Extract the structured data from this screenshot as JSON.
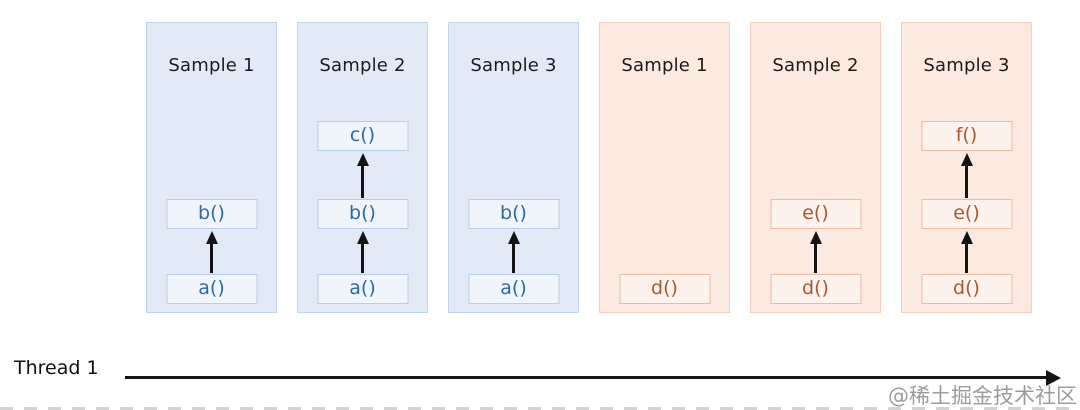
{
  "panels": [
    {
      "title": "Sample 1",
      "theme": "blue",
      "frames": [
        "a()",
        "b()"
      ]
    },
    {
      "title": "Sample 2",
      "theme": "blue",
      "frames": [
        "a()",
        "b()",
        "c()"
      ]
    },
    {
      "title": "Sample 3",
      "theme": "blue",
      "frames": [
        "a()",
        "b()"
      ]
    },
    {
      "title": "Sample 1",
      "theme": "orange",
      "frames": [
        "d()"
      ]
    },
    {
      "title": "Sample 2",
      "theme": "orange",
      "frames": [
        "d()",
        "e()"
      ]
    },
    {
      "title": "Sample 3",
      "theme": "orange",
      "frames": [
        "d()",
        "e()",
        "f()"
      ]
    }
  ],
  "thread": {
    "label": "Thread 1"
  },
  "watermark": "@稀土掘金技术社区",
  "colors": {
    "blue_panel_bg": "#e1eaf6",
    "blue_panel_border": "#bfd4e9",
    "blue_box_bg": "#eff5fb",
    "blue_box_border": "#b7cfe6",
    "blue_text": "#2e6b9e",
    "orange_panel_bg": "#fce9e0",
    "orange_panel_border": "#f6cfbc",
    "orange_box_bg": "#fdf2ec",
    "orange_box_border": "#eebb9f",
    "orange_text": "#a65a2e",
    "arrow": "#141414",
    "watermark_text": "#9c9c9c"
  }
}
